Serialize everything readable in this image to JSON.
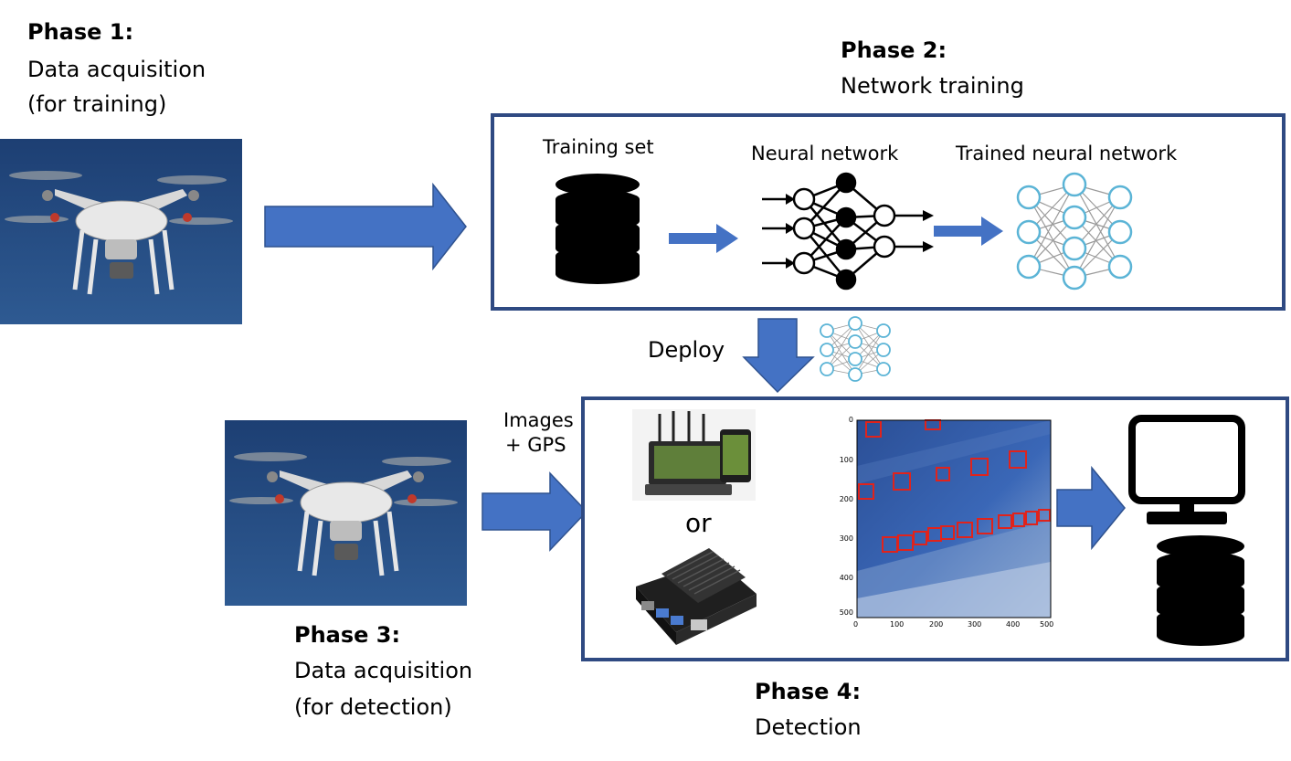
{
  "phase1": {
    "title": "Phase 1:",
    "line1": "Data acquisition",
    "line2": "(for training)"
  },
  "phase2": {
    "title": "Phase 2:",
    "line1": "Network training"
  },
  "phase3": {
    "title": "Phase 3:",
    "line1": "Data acquisition",
    "line2": "(for detection)"
  },
  "phase4": {
    "title": "Phase 4:",
    "line1": "Detection"
  },
  "training": {
    "training_set": "Training set",
    "neural_network": "Neural network",
    "trained_neural_network": "Trained neural network"
  },
  "deploy_label": "Deploy",
  "images_gps": {
    "line1": "Images",
    "line2": "+ GPS"
  },
  "or_label": "or",
  "detection_plot": {
    "y_ticks": [
      "0",
      "100",
      "200",
      "300",
      "400",
      "500"
    ],
    "x_ticks": [
      "0",
      "100",
      "200",
      "300",
      "400",
      "500"
    ]
  },
  "colors": {
    "arrow": "#4472c4",
    "box_border": "#2f4a82",
    "node": "#5bb4d6",
    "box_marker": "#e0231c"
  }
}
